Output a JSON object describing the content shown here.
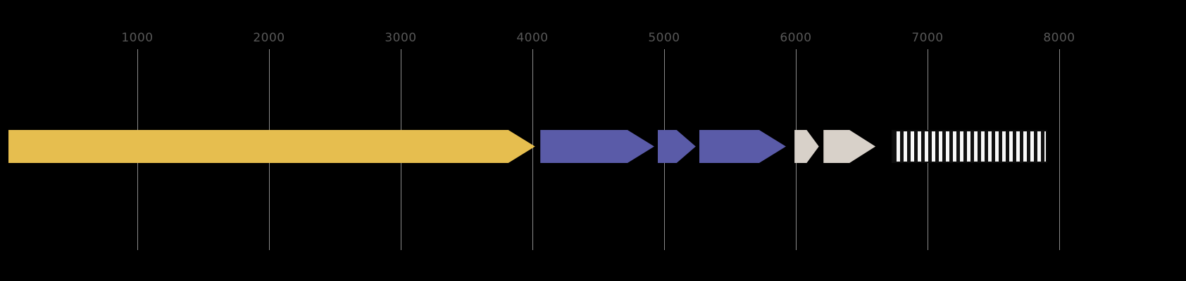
{
  "figure": {
    "title": "",
    "background_color": "#000000",
    "type": "sequence-feature-map"
  },
  "axis": {
    "domain_start": 0,
    "domain_end": 8300,
    "label_color": "#575757",
    "gridline_color": "#8a8a8a",
    "ticks": [
      {
        "value": 1000,
        "label": "1000"
      },
      {
        "value": 2000,
        "label": "2000"
      },
      {
        "value": 3000,
        "label": "3000"
      },
      {
        "value": 4000,
        "label": "4000"
      },
      {
        "value": 5000,
        "label": "5000"
      },
      {
        "value": 6000,
        "label": "6000"
      },
      {
        "value": 7000,
        "label": "7000"
      },
      {
        "value": 8000,
        "label": "8000"
      }
    ]
  },
  "features": [
    {
      "id": "feature-1",
      "shape": "arrow",
      "direction": "right",
      "start": 20,
      "end": 4020,
      "color": "#E6BE4F"
    },
    {
      "id": "feature-2",
      "shape": "arrow",
      "direction": "right",
      "start": 4060,
      "end": 4925,
      "color": "#5A5BA8"
    },
    {
      "id": "feature-3",
      "shape": "arrow",
      "direction": "right",
      "start": 4950,
      "end": 5240,
      "color": "#5A5BA8"
    },
    {
      "id": "feature-4",
      "shape": "arrow",
      "direction": "right",
      "start": 5265,
      "end": 5925,
      "color": "#5A5BA8"
    },
    {
      "id": "feature-5",
      "shape": "arrow",
      "direction": "right",
      "start": 5990,
      "end": 6175,
      "color": "#D8D1C9"
    },
    {
      "id": "feature-6",
      "shape": "arrow",
      "direction": "right",
      "start": 6210,
      "end": 6605,
      "color": "#D8D1C9"
    },
    {
      "id": "feature-7",
      "shape": "hatched-box",
      "direction": "none",
      "start": 6725,
      "end": 7910,
      "color": "#f8f8f8",
      "hatch_color": "#101010"
    }
  ]
}
